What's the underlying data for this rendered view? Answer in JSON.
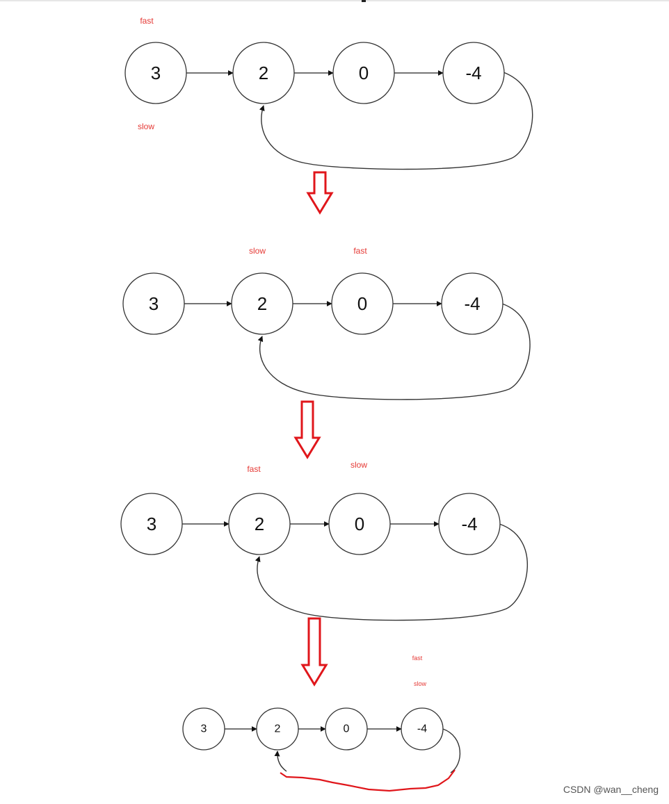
{
  "watermark": "CSDN @wan__cheng",
  "colors": {
    "pointer_label": "#e53935",
    "step_arrow": "#e0161b",
    "node_stroke": "#333333"
  },
  "panels": [
    {
      "nodes": [
        "3",
        "2",
        "0",
        "-4"
      ],
      "cycle_to_index": 1,
      "pointers": [
        {
          "name": "fast"
        },
        {
          "name": "slow"
        }
      ]
    },
    {
      "nodes": [
        "3",
        "2",
        "0",
        "-4"
      ],
      "cycle_to_index": 1,
      "pointers": [
        {
          "name": "slow"
        },
        {
          "name": "fast"
        }
      ]
    },
    {
      "nodes": [
        "3",
        "2",
        "0",
        "-4"
      ],
      "cycle_to_index": 1,
      "pointers": [
        {
          "name": "fast"
        },
        {
          "name": "slow"
        }
      ]
    },
    {
      "nodes": [
        "3",
        "2",
        "0",
        "-4"
      ],
      "cycle_to_index": 1,
      "cycle_highlight": "red",
      "pointers": [
        {
          "name": "fast"
        },
        {
          "name": "slow"
        }
      ]
    }
  ]
}
